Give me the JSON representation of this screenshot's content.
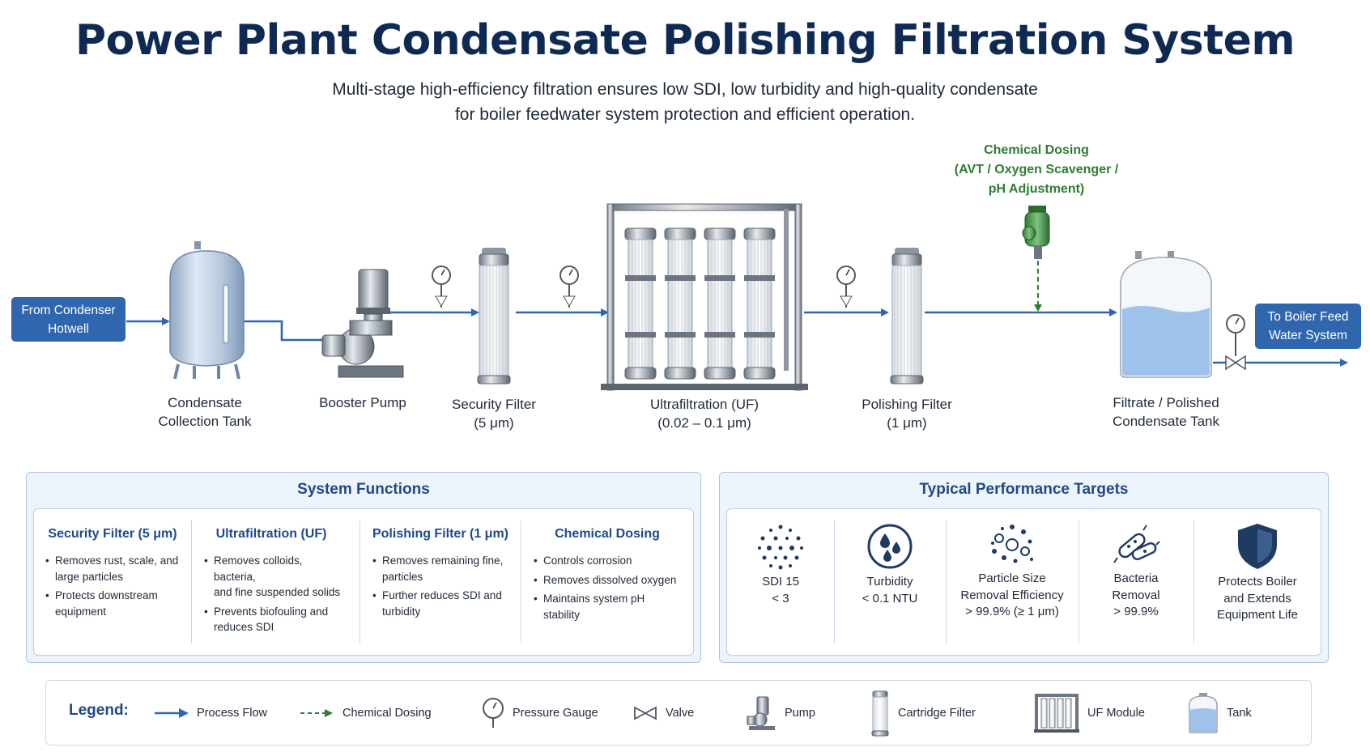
{
  "title": "Power Plant Condensate Polishing Filtration System",
  "subtitle": [
    "Multi-stage high-efficiency filtration ensures low SDI, low turbidity and high-quality condensate",
    "for boiler feedwater system protection and efficient operation."
  ],
  "inlet": [
    "From Condenser",
    "Hotwell"
  ],
  "outlet": [
    "To Boiler Feed",
    "Water System"
  ],
  "dosing": [
    "Chemical Dosing",
    "(AVT / Oxygen Scavenger /",
    "pH Adjustment)"
  ],
  "equipment": [
    {
      "label": [
        "Condensate",
        "Collection Tank"
      ]
    },
    {
      "label": [
        "Booster Pump"
      ]
    },
    {
      "label": [
        "Security Filter",
        "(5 μm)"
      ]
    },
    {
      "label": [
        "Ultrafiltration (UF)",
        "(0.02 – 0.1 μm)"
      ]
    },
    {
      "label": [
        "Polishing Filter",
        "(1 μm)"
      ]
    },
    {
      "label": [
        "Filtrate / Polished",
        "Condensate Tank"
      ]
    }
  ],
  "functions": {
    "title": "System Functions",
    "columns": [
      {
        "heading": "Security Filter (5 μm)",
        "items": [
          [
            "Removes rust, scale, and",
            "large particles"
          ],
          [
            "Protects downstream",
            "equipment"
          ]
        ]
      },
      {
        "heading": "Ultrafiltration (UF)",
        "items": [
          [
            "Removes colloids, bacteria,",
            "and fine suspended solids"
          ],
          [
            "Prevents biofouling and",
            "reduces SDI"
          ]
        ]
      },
      {
        "heading": "Polishing Filter (1 μm)",
        "items": [
          [
            "Removes remaining fine,",
            "particles"
          ],
          [
            "Further reduces SDI and",
            "turbidity"
          ]
        ]
      },
      {
        "heading": "Chemical Dosing",
        "items": [
          [
            "Controls corrosion"
          ],
          [
            "Removes dissolved oxygen"
          ],
          [
            "Maintains system pH",
            "stability"
          ]
        ]
      }
    ]
  },
  "targets": {
    "title": "Typical Performance Targets",
    "items": [
      {
        "icon": "dots-icon",
        "lines": [
          "SDI 15",
          "< 3"
        ]
      },
      {
        "icon": "droplets-icon",
        "lines": [
          "Turbidity",
          "< 0.1 NTU"
        ]
      },
      {
        "icon": "particles-icon",
        "lines": [
          "Particle Size",
          "Removal Efficiency",
          "> 99.9% (≥ 1 μm)"
        ]
      },
      {
        "icon": "bacteria-icon",
        "lines": [
          "Bacteria",
          "Removal",
          "> 99.9%"
        ]
      },
      {
        "icon": "shield-icon",
        "lines": [
          "Protects Boiler",
          "and Extends",
          "Equipment Life"
        ]
      }
    ]
  },
  "legend": {
    "title": "Legend:",
    "items": [
      "Process Flow",
      "Chemical Dosing",
      "Pressure Gauge",
      "Valve",
      "Pump",
      "Cartridge Filter",
      "UF Module",
      "Tank"
    ]
  },
  "colors": {
    "flow": "#2f66ad",
    "dosing": "#2e7d32",
    "title": "#0f2a52",
    "accent": "#1f4a86"
  }
}
